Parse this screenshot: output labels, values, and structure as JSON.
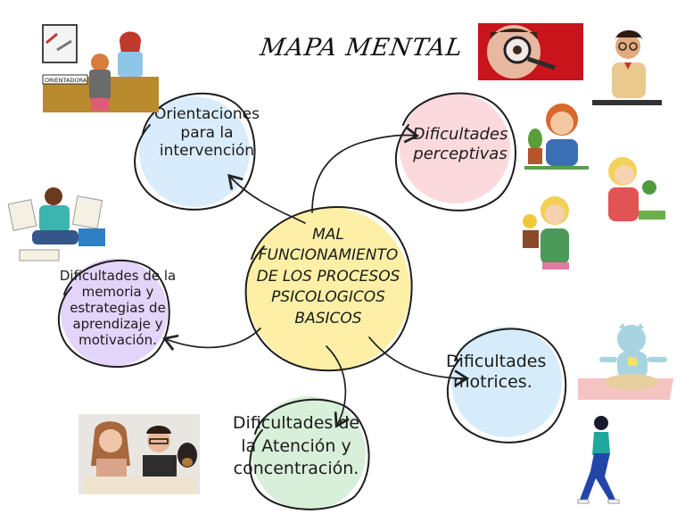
{
  "title": "MAPA MENTAL",
  "center": {
    "lines": [
      "MAL",
      "FUNCIONAMIENTO",
      "DE LOS PROCESOS",
      "PSICOLOGICOS",
      "BASICOS"
    ],
    "color": "#fdf0a6"
  },
  "nodes": {
    "orientaciones": {
      "lines": [
        "Orientaciones",
        "para la",
        "intervención"
      ],
      "color": "#d9ecfb"
    },
    "perceptivas": {
      "lines": [
        "Dificultades",
        "perceptivas"
      ],
      "color": "#fbd9dd"
    },
    "memoria": {
      "lines": [
        "Dificultades de la",
        "memoria y",
        "estrategias de",
        "aprendizaje y",
        "motivación."
      ],
      "color": "#e3d4fa"
    },
    "motrices": {
      "lines": [
        "Dificultades",
        "motrices."
      ],
      "color": "#d6ecfb"
    },
    "atencion": {
      "lines": [
        "Dificultades de",
        "la Atención y",
        "concentración."
      ],
      "color": "#d8efd9"
    }
  },
  "images": {
    "office_sign": "ORIENTADORA"
  }
}
